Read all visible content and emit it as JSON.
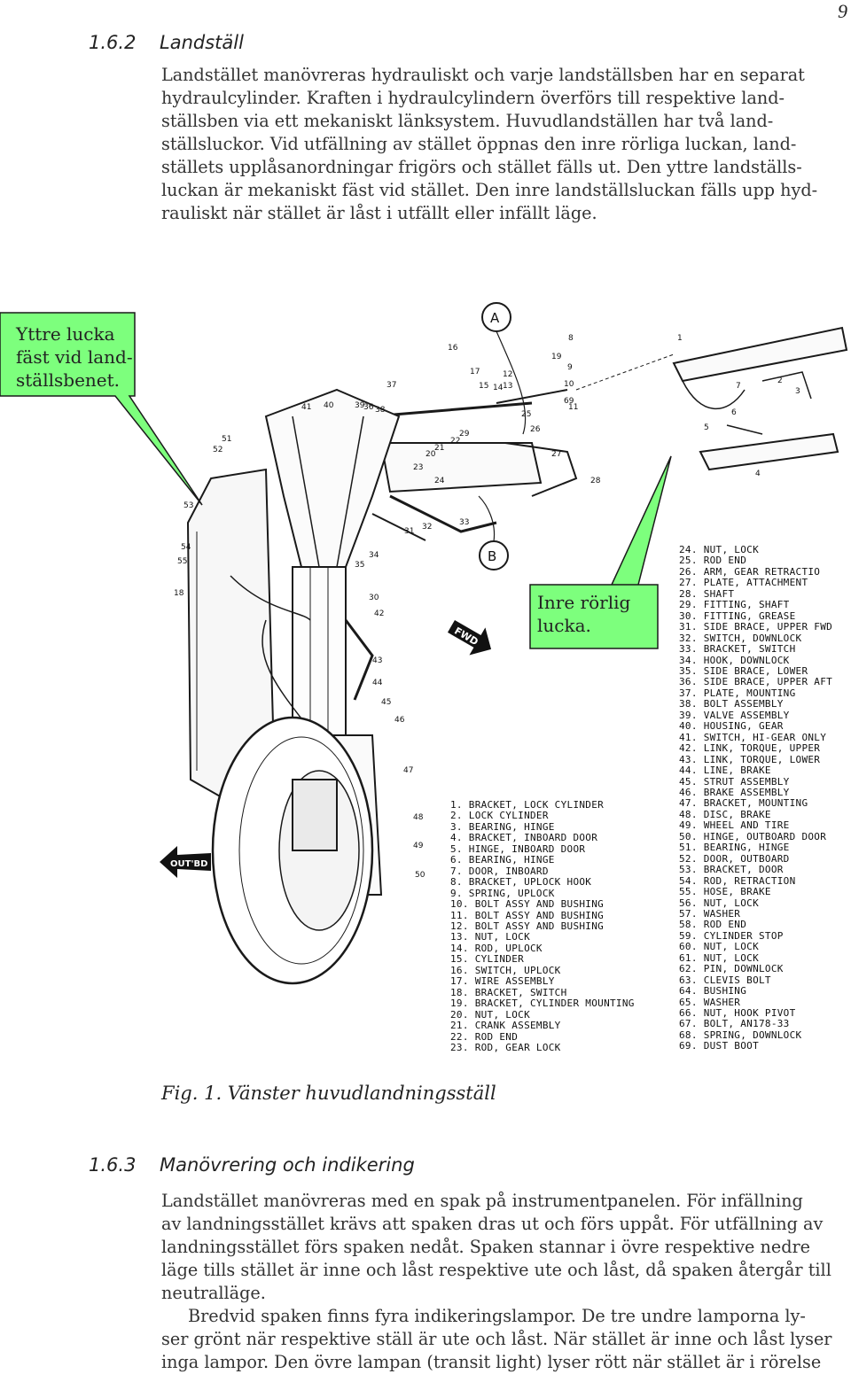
{
  "page_number": "9",
  "section1": {
    "number": "1.6.2",
    "title": "Landställ",
    "lines": [
      "Landstället manövreras hydrauliskt och varje landställsben har en separat",
      "hydraulcylinder. Kraften i hydraulcylindern överförs till respektive land-",
      "ställsben via ett mekaniskt länksystem. Huvudlandställen har två land-",
      "ställsluckor. Vid utfällning av stället öppnas den inre rörliga luckan, land-",
      "ställets upplåsanordningar frigörs och stället fälls ut. Den yttre landställs-",
      "luckan är mekaniskt fäst vid stället. Den inre landställsluckan fälls upp hyd-",
      "rauliskt när stället är låst i utfällt eller infällt läge."
    ]
  },
  "callouts": {
    "outer_door": [
      "Yttre lucka",
      "fäst vid land-",
      "ställsbenet."
    ],
    "inner_door": [
      "Inre rörlig",
      "lucka."
    ]
  },
  "figure": {
    "caption": "Fig. 1. Vänster huvudlandningsställ",
    "fwd_label": "FWD",
    "outbd_label": "OUT'BD",
    "detail_labels": [
      "A",
      "B"
    ],
    "diagram_numbers": [
      "16",
      "17",
      "15",
      "14",
      "12",
      "13",
      "8",
      "10",
      "11",
      "9",
      "69",
      "25",
      "26",
      "27",
      "28",
      "29",
      "22",
      "21",
      "20",
      "23",
      "19",
      "24",
      "32",
      "33",
      "31",
      "34",
      "35",
      "30",
      "42",
      "43",
      "44",
      "45",
      "46",
      "47",
      "48",
      "49",
      "50",
      "51",
      "52",
      "53",
      "54",
      "55",
      "18",
      "37",
      "36",
      "38",
      "39",
      "40",
      "41",
      "1",
      "2",
      "3",
      "4",
      "5",
      "6",
      "7"
    ],
    "parts_left": [
      "1. BRACKET, LOCK CYLINDER",
      "2. LOCK CYLINDER",
      "3. BEARING, HINGE",
      "4. BRACKET, INBOARD DOOR",
      "5. HINGE, INBOARD DOOR",
      "6. BEARING, HINGE",
      "7. DOOR, INBOARD",
      "8. BRACKET, UPLOCK HOOK",
      "9. SPRING, UPLOCK",
      "10. BOLT ASSY AND BUSHING",
      "11. BOLT ASSY AND BUSHING",
      "12. BOLT ASSY AND BUSHING",
      "13. NUT, LOCK",
      "14. ROD, UPLOCK",
      "15. CYLINDER",
      "16. SWITCH, UPLOCK",
      "17. WIRE ASSEMBLY",
      "18. BRACKET, SWITCH",
      "19. BRACKET, CYLINDER MOUNTING",
      "20. NUT, LOCK",
      "21. CRANK ASSEMBLY",
      "22. ROD END",
      "23. ROD, GEAR LOCK"
    ],
    "parts_right": [
      "24. NUT, LOCK",
      "25. ROD END",
      "26. ARM, GEAR RETRACTIO",
      "27. PLATE, ATTACHMENT",
      "28. SHAFT",
      "29. FITTING, SHAFT",
      "30. FITTING, GREASE",
      "31. SIDE BRACE, UPPER FWD",
      "32. SWITCH, DOWNLOCK",
      "33. BRACKET, SWITCH",
      "34. HOOK, DOWNLOCK",
      "35. SIDE BRACE, LOWER",
      "36. SIDE BRACE, UPPER AFT",
      "37. PLATE, MOUNTING",
      "38. BOLT ASSEMBLY",
      "39. VALVE ASSEMBLY",
      "40. HOUSING, GEAR",
      "41. SWITCH, HI-GEAR ONLY",
      "42. LINK, TORQUE, UPPER",
      "43. LINK, TORQUE, LOWER",
      "44. LINE, BRAKE",
      "45. STRUT ASSEMBLY",
      "46. BRAKE ASSEMBLY",
      "47. BRACKET, MOUNTING",
      "48. DISC, BRAKE",
      "49. WHEEL AND TIRE",
      "50. HINGE, OUTBOARD DOOR",
      "51. BEARING, HINGE",
      "52. DOOR, OUTBOARD",
      "53. BRACKET, DOOR",
      "54. ROD, RETRACTION",
      "55. HOSE, BRAKE",
      "56. NUT, LOCK",
      "57. WASHER",
      "58. ROD END",
      "59. CYLINDER STOP",
      "60. NUT, LOCK",
      "61. NUT, LOCK",
      "62. PIN, DOWNLOCK",
      "63. CLEVIS BOLT",
      "64. BUSHING",
      "65. WASHER",
      "66. NUT, HOOK PIVOT",
      "67. BOLT, AN178-33",
      "68. SPRING, DOWNLOCK",
      "69. DUST BOOT"
    ]
  },
  "section2": {
    "number": "1.6.3",
    "title": "Manövrering och indikering",
    "lines": [
      "Landstället manövreras med en spak på instrumentpanelen. För infällning",
      "av landningsstället krävs att spaken dras ut och förs uppåt. För utfällning av",
      "landningsstället förs spaken nedåt. Spaken stannar i övre respektive nedre",
      "läge tills stället är inne och låst respektive ute och låst, då spaken återgår till",
      "neutralläge."
    ],
    "lines_indented": [
      "Bredvid spaken finns fyra indikeringslampor. De tre undre lamporna ly-",
      "ser grönt när respektive ställ är ute och låst. När stället är inne och låst lyser",
      "inga lampor. Den övre lampan (transit light) lyser rött när stället är i rörelse"
    ]
  },
  "colors": {
    "callout_fill": "#7dff7d",
    "callout_stroke": "#1a1a1a"
  }
}
